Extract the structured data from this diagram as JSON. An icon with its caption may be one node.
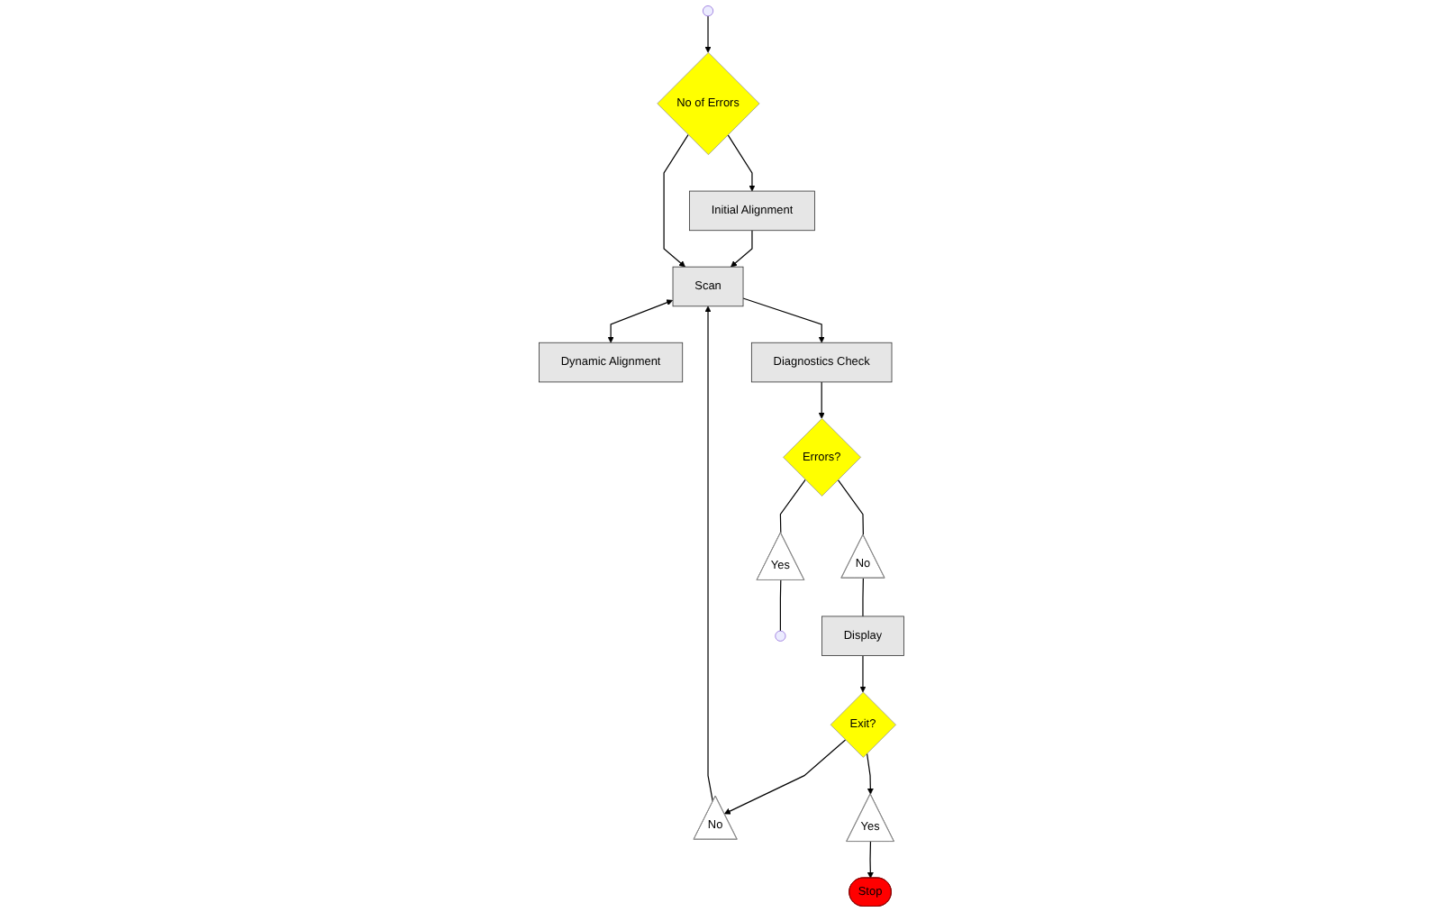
{
  "diagram": {
    "nodes": [
      {
        "text": [
          "Initial Alignment"
        ]
      },
      {
        "text": [
          "No of Errors"
        ]
      },
      {
        "text": [
          "Scan"
        ]
      },
      {
        "text": [
          "Dynamic Alignment"
        ]
      },
      {
        "text": [
          "No"
        ]
      },
      {
        "text": [
          "Exit?"
        ]
      },
      {
        "text": [
          "Yes"
        ]
      },
      {
        "text": [
          "Stop"
        ]
      },
      {
        "text": [
          "Diagnostics Check"
        ]
      },
      {
        "text": [
          "Display"
        ]
      },
      {
        "text": [
          "No"
        ]
      },
      {
        "text": [
          "Errors?"
        ]
      },
      {
        "text": [
          "Yes"
        ]
      }
    ],
    "edges": [
      {
        "from": null,
        "to": 1,
        "arrow": "to"
      },
      {
        "from": 1,
        "to": 0,
        "arrow": "to"
      },
      {
        "from": 0,
        "to": 2,
        "arrow": "to"
      },
      {
        "from": 1,
        "to": 2,
        "arrow": "to"
      },
      {
        "from": 2,
        "to": 3,
        "arrow": "both"
      },
      {
        "from": 4,
        "to": 2,
        "arrow": "to"
      },
      {
        "from": 5,
        "to": 4,
        "arrow": "to"
      },
      {
        "from": 5,
        "to": 6,
        "arrow": "to"
      },
      {
        "from": 6,
        "to": 7,
        "arrow": "to"
      },
      {
        "from": 2,
        "to": 8,
        "arrow": "to"
      },
      {
        "from": 8,
        "to": 11,
        "arrow": "to"
      },
      {
        "from": 11,
        "to": 10,
        "arrow": "none"
      },
      {
        "from": 10,
        "to": 9,
        "arrow": "none"
      },
      {
        "from": 9,
        "to": 5,
        "arrow": "to"
      },
      {
        "from": 11,
        "to": 12,
        "arrow": "none"
      },
      {
        "from": 12,
        "to": null,
        "arrow": "none"
      }
    ]
  }
}
